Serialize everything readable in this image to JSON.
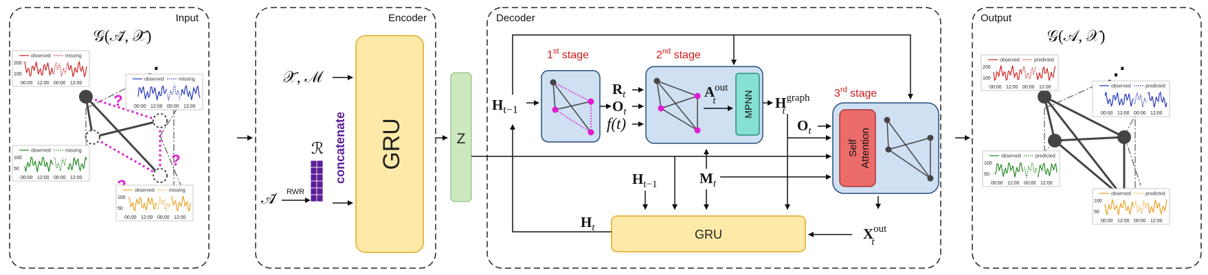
{
  "panels": {
    "input": {
      "title": "Input",
      "formula": "𝒢(𝒜̃, 𝒳̃)"
    },
    "encoder": {
      "title": "Encoder"
    },
    "decoder": {
      "title": "Decoder"
    },
    "output": {
      "title": "Output",
      "formula": "𝒢(𝒜, 𝒳)"
    }
  },
  "input_charts": [
    {
      "color": "#cc2222",
      "legend_a": "observed",
      "legend_b": "missing",
      "y_hi": "200",
      "y_lo": "100",
      "ticks": [
        "00:00",
        "12:00",
        "00:00",
        "12:00"
      ]
    },
    {
      "color": "#2233bb",
      "legend_a": "observed",
      "legend_b": "missing",
      "y_hi": "",
      "y_lo": "",
      "ticks": [
        "00:00",
        "12:00",
        "00:00",
        "12:00"
      ]
    },
    {
      "color": "#228822",
      "legend_a": "observed",
      "legend_b": "missing",
      "y_hi": "100",
      "y_lo": "50",
      "ticks": [
        "00:00",
        "12:00",
        "00:00",
        "12:00"
      ]
    },
    {
      "color": "#e8a020",
      "legend_a": "observed",
      "legend_b": "missing",
      "y_hi": "100",
      "y_lo": "50",
      "ticks": [
        "00:00",
        "12:00",
        "00:00",
        "12:00"
      ]
    }
  ],
  "output_charts": [
    {
      "color": "#cc2222",
      "legend_a": "observed",
      "legend_b": "predicted",
      "y_hi": "200",
      "y_lo": "100",
      "ticks": [
        "00:00",
        "12:00",
        "00:00",
        "12:00"
      ]
    },
    {
      "color": "#2233bb",
      "legend_a": "observed",
      "legend_b": "predicted",
      "y_hi": "",
      "y_lo": "",
      "ticks": [
        "00:00",
        "12:00",
        "00:00",
        "12:00"
      ]
    },
    {
      "color": "#228822",
      "legend_a": "observed",
      "legend_b": "predicted",
      "y_hi": "100",
      "y_lo": "50",
      "ticks": [
        "00:00",
        "12:00",
        "00:00",
        "12:00"
      ]
    },
    {
      "color": "#e8a020",
      "legend_a": "observed",
      "legend_b": "predicted",
      "y_hi": "100",
      "y_lo": "50",
      "ticks": [
        "00:00",
        "12:00",
        "00:00",
        "12:00"
      ]
    }
  ],
  "question_mark": "?",
  "ellipsis": "⋰",
  "encoder": {
    "input_xm": "𝒳̃, ℳ",
    "input_a": "𝒜̃",
    "rwr": "RWR",
    "r": "ℛ",
    "concat": "concatenate",
    "gru": "GRU",
    "z": "Z"
  },
  "decoder": {
    "h_prev": "H",
    "h_prev_sub": "t−1",
    "stage1": "1",
    "stage1_sup": "st",
    "stage1_rest": " stage",
    "stage2": "2",
    "stage2_sup": "nd",
    "stage2_rest": " stage",
    "stage3": "3",
    "stage3_sup": "rd",
    "stage3_rest": " stage",
    "r_t": "R",
    "o_t": "O",
    "f_t": "f(t)",
    "sub_t": "t",
    "a_out": "A",
    "a_out_sup": "out",
    "mpnn": "MPNN",
    "h_graph": "H",
    "h_graph_sup": "graph",
    "o_t2": "O",
    "self_attention_1": "Self",
    "self_attention_2": "Attention",
    "h_prev2": "H",
    "m_t": "M",
    "h_t": "H",
    "gru": "GRU",
    "x_out": "X",
    "x_out_sup": "out"
  },
  "colors": {
    "gru_fill": "#fdeaa8",
    "gru_stroke": "#e8b94a",
    "z_fill": "#cde8c0",
    "stage_fill": "#cfe0f3",
    "mpnn_fill": "#86e0d4",
    "attn_fill": "#ec6b6b",
    "magenta": "#e01ad0",
    "rwr_purple": "#5a1f99",
    "stage_red": "#d01818"
  }
}
